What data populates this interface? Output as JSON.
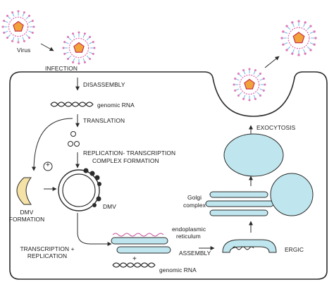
{
  "labels": {
    "virus": "Virus",
    "infection": "INFECTION",
    "disassembly": "DISASSEMBLY",
    "genomic_rna_top": "genomic RNA",
    "translation": "TRANSLATION",
    "replication_transcription_1": "REPLICATION- TRANSCRIPTION",
    "replication_transcription_2": "COMPLEX FORMATION",
    "plus_sign": "+",
    "dmv": "DMV",
    "dmv_formation_1": "DMV",
    "dmv_formation_2": "FORMATION",
    "transcription_replication_1": "TRANSCRIPTION +",
    "transcription_replication_2": "REPLICATION",
    "endoplasmic_reticulum_1": "endoplasmic",
    "endoplasmic_reticulum_2": "reticulum",
    "assembly": "ASSEMBLY",
    "plus_sign_bottom": "+",
    "genomic_rna_bottom": "genomic RNA",
    "golgi_1": "Golgi",
    "golgi_2": "complex",
    "ergic": "ERGIC",
    "exocytosis": "EXOCYTOSIS"
  },
  "colors": {
    "outline": "#2b2b2b",
    "membrane_blue": "#bfe6ee",
    "dmv_formation_fill": "#f5e2a6",
    "virus_spike_pink": "#e07ab8",
    "virus_spike_blue": "#6fb8e6",
    "virus_core_orange": "#f2a23a",
    "virus_core_red": "#c8324a"
  }
}
